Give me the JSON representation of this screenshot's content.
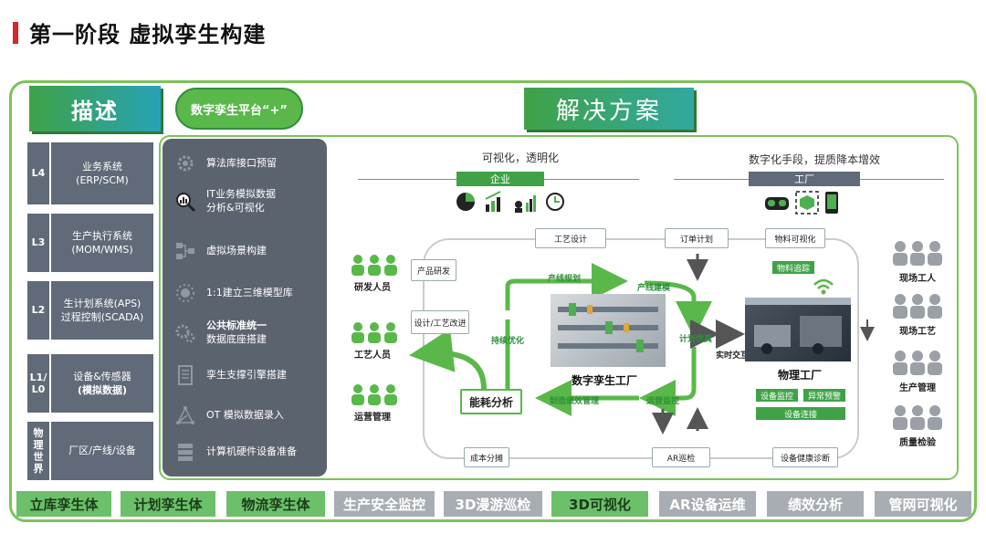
{
  "page_title": "第一阶段 虚拟孪生构建",
  "describe_label": "描述",
  "platform_label": "数字孪生平台“+”",
  "solution_label": "解决方案",
  "levels": [
    {
      "level": "L4",
      "lines": [
        "业务系统",
        "(ERP/SCM)"
      ]
    },
    {
      "level": "L3",
      "lines": [
        "生产执行系统",
        "(MOM/WMS)"
      ]
    },
    {
      "level": "L2",
      "lines": [
        "生计划系统(APS)",
        "过程控制(SCADA)"
      ]
    },
    {
      "level": "L1/ L0",
      "lines": [
        "设备&传感器",
        "(模拟数据)"
      ]
    },
    {
      "level": "物 理 世 界",
      "lines": [
        "厂区/产线/设备"
      ]
    }
  ],
  "features": [
    {
      "icon": "gear-icon",
      "lines": [
        "算法库接口预留"
      ]
    },
    {
      "icon": "magnifier-chart-icon",
      "lines": [
        "IT业务模拟数据",
        "分析&可视化"
      ]
    },
    {
      "icon": "flowchart-icon",
      "lines": [
        "虚拟场景构建"
      ]
    },
    {
      "icon": "sun-gear-icon",
      "lines": [
        "1:1建立三维模型库"
      ]
    },
    {
      "icon": "gears-icon",
      "lines": [
        "公共标准统一",
        "数据底座搭建"
      ]
    },
    {
      "icon": "book-icon",
      "lines": [
        "孪生支撑引擎搭建"
      ]
    },
    {
      "icon": "network-icon",
      "lines": [
        "OT 模拟数据录入"
      ]
    },
    {
      "icon": "server-icon",
      "lines": [
        "计算机硬件设备准备"
      ]
    }
  ],
  "enterprise": {
    "caption": "可视化，透明化",
    "chip": "企业"
  },
  "factory": {
    "caption": "数字化手段，提质降本增效",
    "chip": "工厂"
  },
  "left_people": [
    "研发人员",
    "工艺人员",
    "运营管理"
  ],
  "right_people": [
    "现场工人",
    "现场工艺",
    "生产管理",
    "质量检验"
  ],
  "nodes": {
    "process_design": "工艺设计",
    "order_plan": "订单计划",
    "material_vis": "物料可视化",
    "product_rd": "产品研发",
    "design_improve": "设计/工艺改进",
    "energy": "能耗分析",
    "cost": "成本分摊",
    "ar": "AR巡检",
    "health": "设备健康诊断"
  },
  "green_labels": {
    "line_plan": "产线规划",
    "line_build": "产线建模",
    "sim": "计划仿真",
    "realtime": "实时交互",
    "ops_monitor": "运营监控",
    "efficiency": "制造绩效管理",
    "optimize": "持续优化",
    "material_track": "物料追踪"
  },
  "digital_twin_caption": "数字孪生工厂",
  "physical_caption": "物理工厂",
  "phys_chips": [
    "设备监控",
    "异常预警",
    "设备连接"
  ],
  "tabs": [
    {
      "label": "立库孪生体",
      "style": "green"
    },
    {
      "label": "计划孪生体",
      "style": "green"
    },
    {
      "label": "物流孪生体",
      "style": "green"
    },
    {
      "label": "生产安全监控",
      "style": "gray"
    },
    {
      "label": "3D漫游巡检",
      "style": "gray"
    },
    {
      "label": "3D可视化",
      "style": "green"
    },
    {
      "label": "AR设备运维",
      "style": "gray"
    },
    {
      "label": "绩效分析",
      "style": "gray"
    },
    {
      "label": "管网可视化",
      "style": "gray"
    }
  ]
}
